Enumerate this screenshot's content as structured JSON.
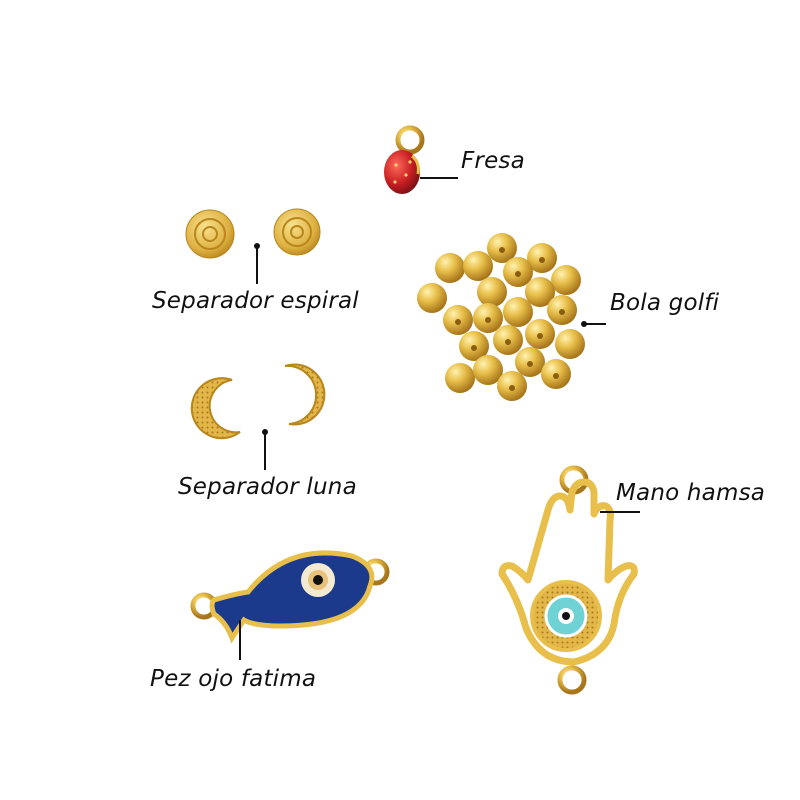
{
  "labels": {
    "fresa": "Fresa",
    "separador_espiral": "Separador espiral",
    "bola_golfi": "Bola golfi",
    "separador_luna": "Separador luna",
    "mano_hamsa": "Mano hamsa",
    "pez_ojo_fatima": "Pez ojo fatima"
  },
  "colors": {
    "gold": "#e8bf4a",
    "gold_dark": "#b8861c",
    "gold_light": "#f7e08a",
    "red": "#c81f24",
    "navy": "#1c3a8c",
    "turquoise": "#6fd3d6",
    "line": "#111111"
  }
}
